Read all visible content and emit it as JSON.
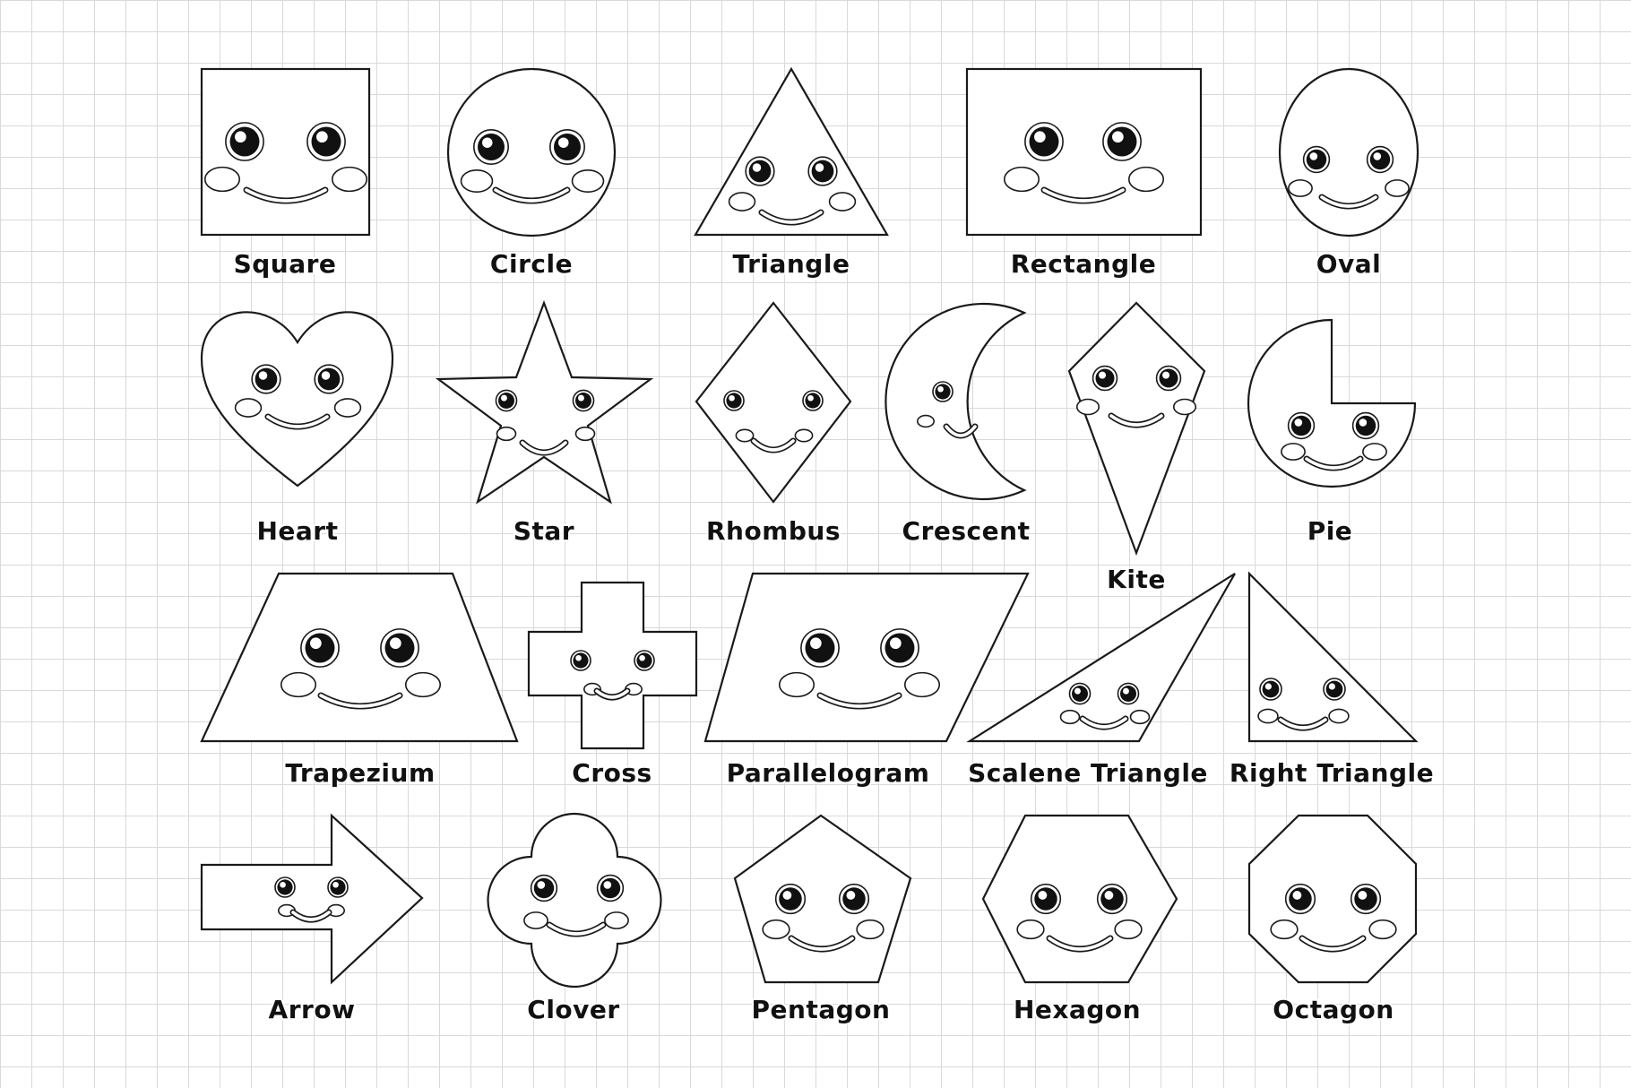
{
  "colors": {
    "ink": "#1a1a1a",
    "paper": "#ffffff",
    "grid": "#d9d9d9"
  },
  "shapes": {
    "square": "Square",
    "circle": "Circle",
    "triangle": "Triangle",
    "rectangle": "Rectangle",
    "oval": "Oval",
    "heart": "Heart",
    "star": "Star",
    "rhombus": "Rhombus",
    "crescent": "Crescent",
    "kite": "Kite",
    "pie": "Pie",
    "trapezium": "Trapezium",
    "cross": "Cross",
    "parallelogram": "Parallelogram",
    "scalene_triangle": "Scalene Triangle",
    "right_triangle": "Right Triangle",
    "arrow": "Arrow",
    "clover": "Clover",
    "pentagon": "Pentagon",
    "hexagon": "Hexagon",
    "octagon": "Octagon"
  }
}
